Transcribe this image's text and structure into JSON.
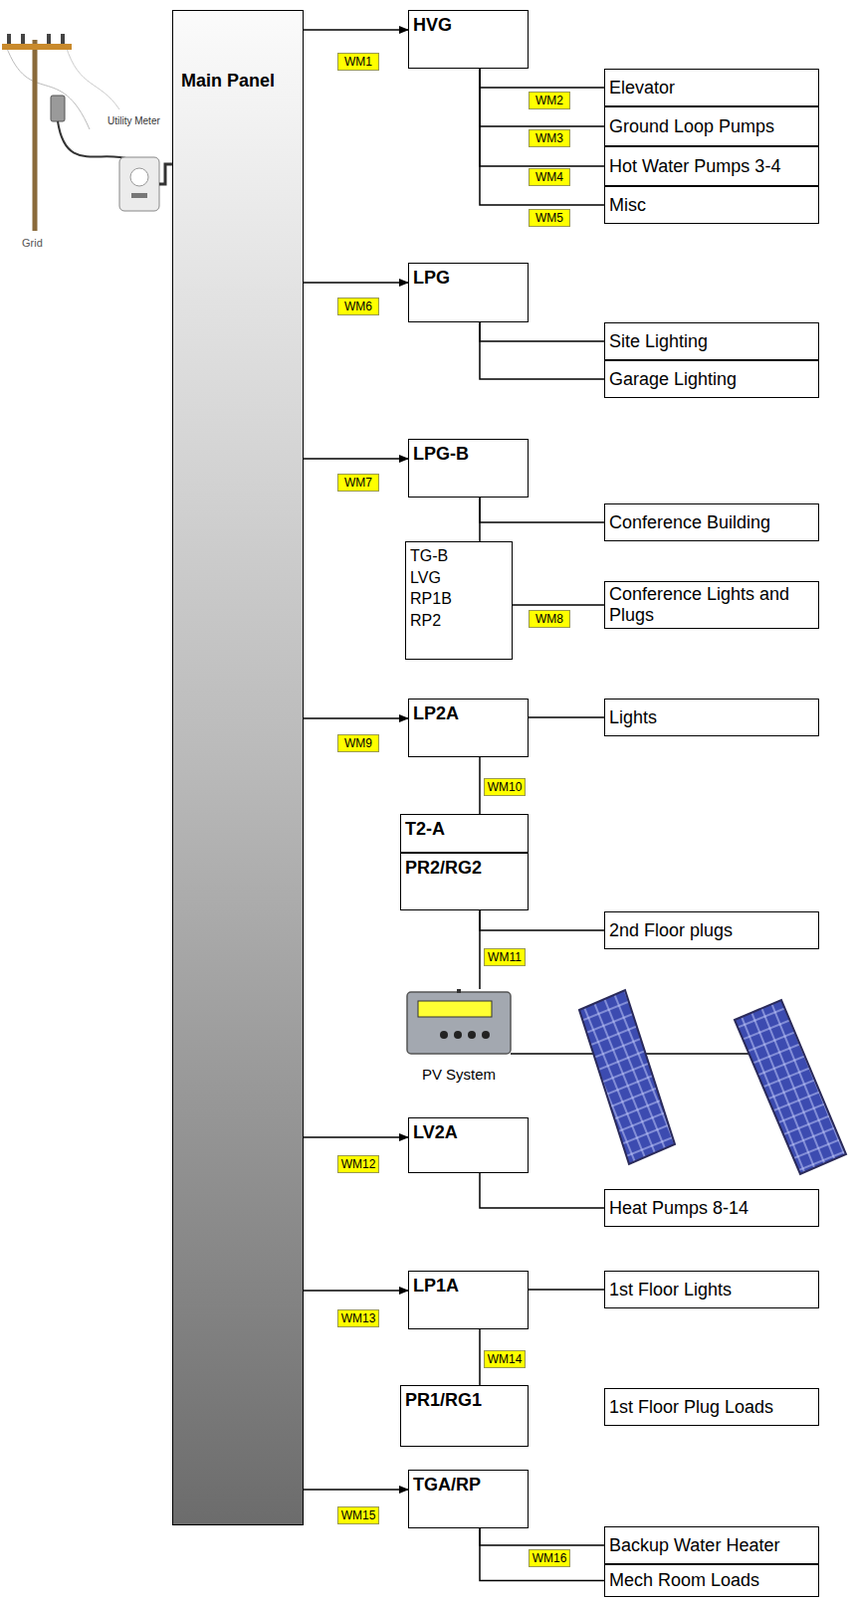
{
  "diagram": {
    "nodes": [
      {
        "text": [
          "Main Panel"
        ]
      },
      {
        "text": [
          "HVG"
        ]
      },
      {
        "text": [
          "Elevator"
        ]
      },
      {
        "text": [
          "Ground Loop Pumps"
        ]
      },
      {
        "text": [
          "Hot Water Pumps 3-4"
        ]
      },
      {
        "text": [
          "Misc"
        ]
      },
      {
        "text": [
          "LPG"
        ]
      },
      {
        "text": [
          "Site Lighting"
        ]
      },
      {
        "text": [
          "Garage Lighting"
        ]
      },
      {
        "text": [
          "LPG-B"
        ]
      },
      {
        "text": [
          "Conference Building"
        ]
      },
      {
        "text": [
          "TG-B LVG RP1B RP2"
        ]
      },
      {
        "text": [
          "Conference Lights and Plugs"
        ]
      },
      {
        "text": [
          "LP2A"
        ]
      },
      {
        "text": [
          "Lights"
        ]
      },
      {
        "text": [
          "T2-A"
        ]
      },
      {
        "text": [
          "PR2/RG2"
        ]
      },
      {
        "text": [
          "2nd Floor plugs"
        ]
      },
      {
        "text": [
          "PV System"
        ]
      },
      {
        "text": [
          "LV2A"
        ]
      },
      {
        "text": [
          "Heat Pumps 8-14"
        ]
      },
      {
        "text": [
          "LP1A"
        ]
      },
      {
        "text": [
          "1st Floor Lights"
        ]
      },
      {
        "text": [
          "PR1/RG1"
        ]
      },
      {
        "text": [
          "1st Floor Plug Loads"
        ]
      },
      {
        "text": [
          "TGA/RP"
        ]
      },
      {
        "text": [
          "Backup Water Heater"
        ]
      },
      {
        "text": [
          "Mech Room Loads"
        ]
      }
    ],
    "edges": [
      {
        "from": 0,
        "to": 1,
        "arrow": "to",
        "label": "WM1"
      },
      {
        "from": 1,
        "to": 2,
        "arrow": "none",
        "label": "WM2"
      },
      {
        "from": 1,
        "to": 3,
        "arrow": "none",
        "label": "WM3"
      },
      {
        "from": 1,
        "to": 4,
        "arrow": "none",
        "label": "WM4"
      },
      {
        "from": 1,
        "to": 5,
        "arrow": "none",
        "label": "WM5"
      },
      {
        "from": 0,
        "to": 6,
        "arrow": "to",
        "label": "WM6"
      },
      {
        "from": 6,
        "to": 7,
        "arrow": "none"
      },
      {
        "from": 6,
        "to": 8,
        "arrow": "none"
      },
      {
        "from": 0,
        "to": 9,
        "arrow": "to",
        "label": "WM7"
      },
      {
        "from": 9,
        "to": 10,
        "arrow": "none"
      },
      {
        "from": 9,
        "to": 11,
        "arrow": "none"
      },
      {
        "from": 11,
        "to": 12,
        "arrow": "none",
        "label": "WM8"
      },
      {
        "from": 0,
        "to": 13,
        "arrow": "to",
        "label": "WM9"
      },
      {
        "from": 13,
        "to": 14,
        "arrow": "none"
      },
      {
        "from": 13,
        "to": 15,
        "arrow": "none",
        "label": "WM10"
      },
      {
        "from": 16,
        "to": 17,
        "arrow": "none"
      },
      {
        "from": 16,
        "to": 18,
        "arrow": "none",
        "label": "WM11"
      },
      {
        "from": 0,
        "to": 19,
        "arrow": "to",
        "label": "WM12"
      },
      {
        "from": 19,
        "to": 20,
        "arrow": "none"
      },
      {
        "from": 0,
        "to": 21,
        "arrow": "to",
        "label": "WM13"
      },
      {
        "from": 21,
        "to": 22,
        "arrow": "none"
      },
      {
        "from": 21,
        "to": 23,
        "arrow": "none",
        "label": "WM14"
      },
      {
        "from": 0,
        "to": 25,
        "arrow": "to",
        "label": "WM15"
      },
      {
        "from": 25,
        "to": 26,
        "arrow": "none",
        "label": "WM16"
      },
      {
        "from": 25,
        "to": 27,
        "arrow": "none"
      }
    ],
    "labels": [
      "Utility Meter",
      "Grid"
    ]
  }
}
